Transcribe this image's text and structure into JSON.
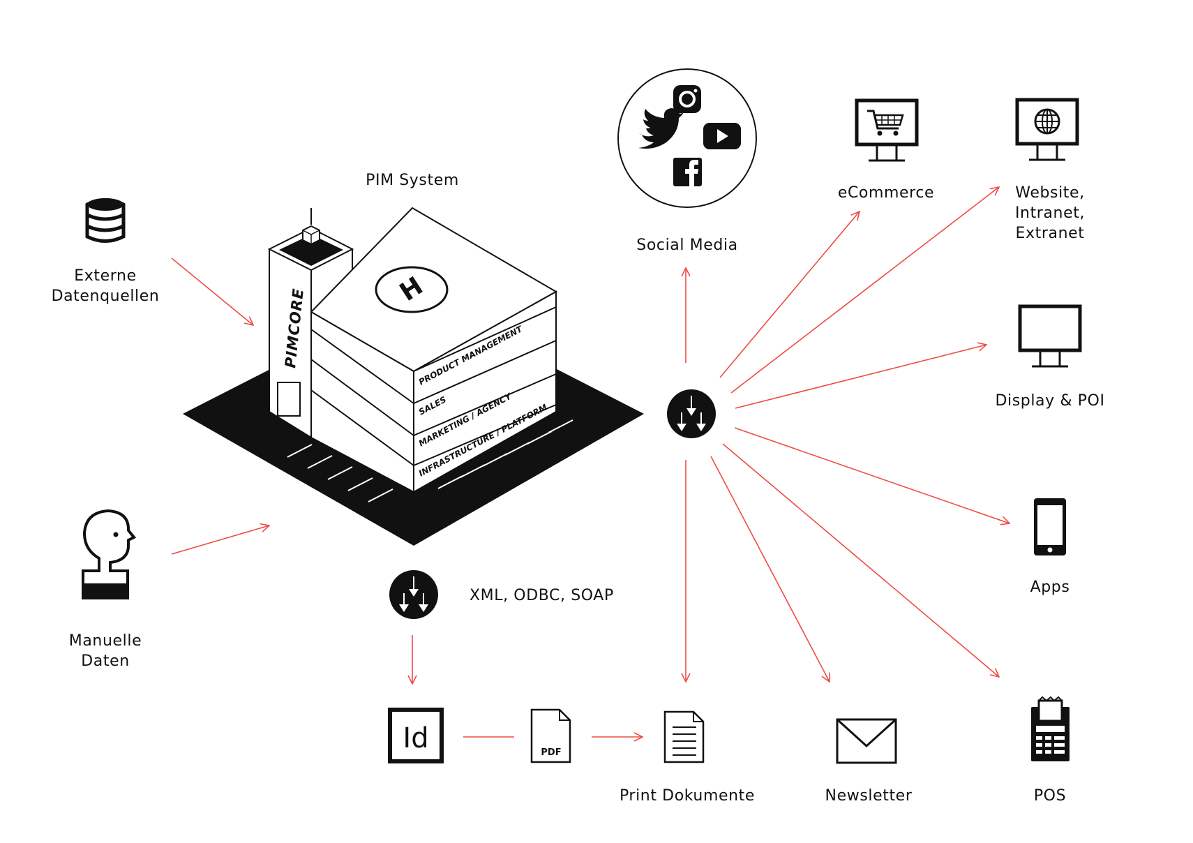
{
  "colors": {
    "arrow": "#ef4b45",
    "ink": "#111111",
    "background": "#ffffff"
  },
  "title": "PIM System",
  "building": {
    "brand": "PIMCORE",
    "floors": [
      "PRODUCT MANAGEMENT",
      "SALES",
      "MARKETING / AGENCY",
      "INFRASTRUCTURE / PLATFORM"
    ],
    "roof_sign": "H"
  },
  "inputs": {
    "external": {
      "line1": "Externe",
      "line2": "Datenquellen",
      "icon": "database-icon"
    },
    "manual": {
      "line1": "Manuelle",
      "line2": "Daten",
      "icon": "person-icon"
    }
  },
  "interface_label": "XML, ODBC, SOAP",
  "social": {
    "label": "Social Media",
    "icons": [
      "instagram-icon",
      "twitter-icon",
      "youtube-icon",
      "facebook-icon"
    ]
  },
  "channels": {
    "ecommerce": "eCommerce",
    "website": {
      "line1": "Website,",
      "line2": "Intranet,",
      "line3": "Extranet"
    },
    "display": "Display & POI",
    "apps": "Apps",
    "pos": "POS",
    "newsletter": "Newsletter",
    "print": "Print Dokumente"
  },
  "print_chain": {
    "indesign": "Id",
    "pdf": "PDF"
  }
}
